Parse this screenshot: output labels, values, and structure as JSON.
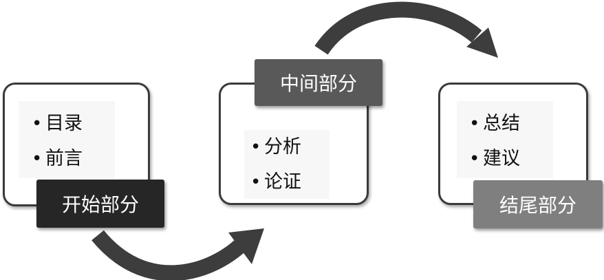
{
  "stages": [
    {
      "title": "开始部分",
      "items": [
        "目录",
        "前言"
      ],
      "label_color": "#262626"
    },
    {
      "title": "中间部分",
      "items": [
        "分析",
        "论证"
      ],
      "label_color": "#595959"
    },
    {
      "title": "结尾部分",
      "items": [
        "总结",
        "建议"
      ],
      "label_color": "#7f7f7f"
    }
  ],
  "colors": {
    "card_border": "#3a3a3a",
    "arrow": "#3d3d3d"
  },
  "icons": [
    "curved-arrow-icon",
    "curved-arrow-icon"
  ]
}
